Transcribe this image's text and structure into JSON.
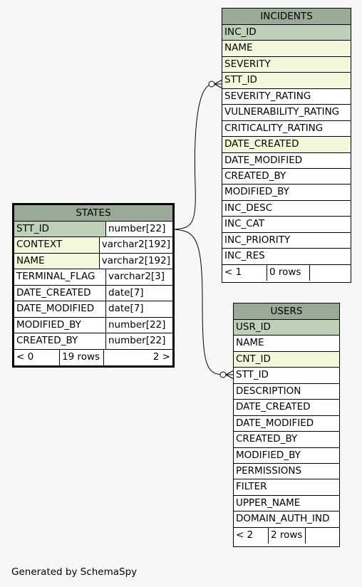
{
  "incidents": {
    "title": "INCIDENTS",
    "columns": [
      {
        "name": "INC_ID",
        "kind": "pk"
      },
      {
        "name": "NAME",
        "kind": "fk"
      },
      {
        "name": "SEVERITY",
        "kind": "fk"
      },
      {
        "name": "STT_ID",
        "kind": "fk"
      },
      {
        "name": "SEVERITY_RATING",
        "kind": "plain"
      },
      {
        "name": "VULNERABILITY_RATING",
        "kind": "plain"
      },
      {
        "name": "CRITICALITY_RATING",
        "kind": "plain"
      },
      {
        "name": "DATE_CREATED",
        "kind": "fk"
      },
      {
        "name": "DATE_MODIFIED",
        "kind": "plain"
      },
      {
        "name": "CREATED_BY",
        "kind": "plain"
      },
      {
        "name": "MODIFIED_BY",
        "kind": "plain"
      },
      {
        "name": "INC_DESC",
        "kind": "plain"
      },
      {
        "name": "INC_CAT",
        "kind": "plain"
      },
      {
        "name": "INC_PRIORITY",
        "kind": "plain"
      },
      {
        "name": "INC_RES",
        "kind": "plain"
      }
    ],
    "footer": {
      "parents": "< 1",
      "rows": "0 rows",
      "children": ""
    }
  },
  "states": {
    "title": "STATES",
    "columns": [
      {
        "name": "STT_ID",
        "type": "number[22]",
        "kind": "pk"
      },
      {
        "name": "CONTEXT",
        "type": "varchar2[192]",
        "kind": "fk"
      },
      {
        "name": "NAME",
        "type": "varchar2[192]",
        "kind": "fk"
      },
      {
        "name": "TERMINAL_FLAG",
        "type": "varchar2[3]",
        "kind": "plain"
      },
      {
        "name": "DATE_CREATED",
        "type": "date[7]",
        "kind": "plain"
      },
      {
        "name": "DATE_MODIFIED",
        "type": "date[7]",
        "kind": "plain"
      },
      {
        "name": "MODIFIED_BY",
        "type": "number[22]",
        "kind": "plain"
      },
      {
        "name": "CREATED_BY",
        "type": "number[22]",
        "kind": "plain"
      }
    ],
    "footer": {
      "parents": "< 0",
      "rows": "19 rows",
      "children": "2 >"
    }
  },
  "users": {
    "title": "USERS",
    "columns": [
      {
        "name": "USR_ID",
        "kind": "pk"
      },
      {
        "name": "NAME",
        "kind": "plain"
      },
      {
        "name": "CNT_ID",
        "kind": "fk"
      },
      {
        "name": "STT_ID",
        "kind": "plain"
      },
      {
        "name": "DESCRIPTION",
        "kind": "plain"
      },
      {
        "name": "DATE_CREATED",
        "kind": "plain"
      },
      {
        "name": "DATE_MODIFIED",
        "kind": "plain"
      },
      {
        "name": "CREATED_BY",
        "kind": "plain"
      },
      {
        "name": "MODIFIED_BY",
        "kind": "plain"
      },
      {
        "name": "PERMISSIONS",
        "kind": "plain"
      },
      {
        "name": "FILTER",
        "kind": "plain"
      },
      {
        "name": "UPPER_NAME",
        "kind": "plain"
      },
      {
        "name": "DOMAIN_AUTH_IND",
        "kind": "plain"
      }
    ],
    "footer": {
      "parents": "< 2",
      "rows": "2 rows",
      "children": ""
    }
  },
  "relationships": [
    {
      "from": "incidents.STT_ID",
      "to": "states.STT_ID"
    },
    {
      "from": "users.STT_ID",
      "to": "states.STT_ID"
    }
  ],
  "colors": {
    "pk": "#bed1b8",
    "fk": "#f4f7da",
    "header": "#9aaa96",
    "background": "#f7f7f7"
  },
  "credit": "Generated by SchemaSpy"
}
